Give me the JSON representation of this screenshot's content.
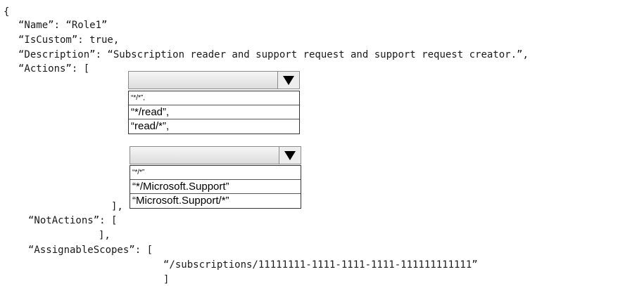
{
  "code": {
    "open_brace": "{",
    "name_line": "“Name”: “Role1”",
    "iscustom_line": "“IsCustom”: true,",
    "description_line": "“Description”: “Subscription reader and support request and support request creator.”,",
    "actions_line": "“Actions”: [",
    "actions_close": "],",
    "notactions_line": "“NotActions”: [",
    "notactions_close": "],",
    "assignable_line": "“AssignableScopes”: [",
    "scope_value": "“/subscriptions/11111111-1111-1111-1111-111111111111”",
    "scopes_close": "]"
  },
  "dropdown1": {
    "selected": "",
    "options": [
      "“*/*”,",
      "“*/read”,",
      "“read/*”,"
    ]
  },
  "dropdown2": {
    "selected": "",
    "options": [
      "“*/*”",
      "“*/Microsoft.Support”",
      "“Microsoft.Support/*”"
    ]
  }
}
